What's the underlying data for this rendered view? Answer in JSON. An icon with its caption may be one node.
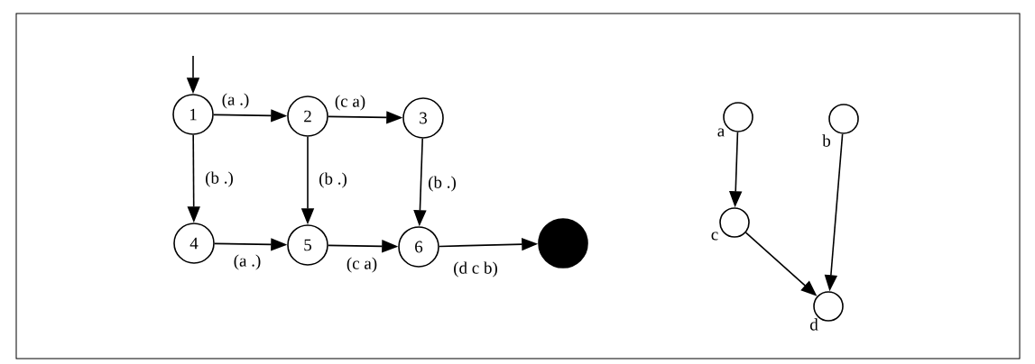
{
  "diagram": {
    "nodes": [
      {
        "text": [
          "1"
        ]
      },
      {
        "text": [
          "2"
        ]
      },
      {
        "text": [
          "3"
        ]
      },
      {
        "text": [
          "4"
        ]
      },
      {
        "text": [
          "5"
        ]
      },
      {
        "text": [
          "6"
        ]
      },
      {
        "text": [],
        "shape": "circle"
      },
      {
        "text": [],
        "shape": "circle",
        "beside": [
          "a"
        ]
      },
      {
        "text": [],
        "shape": "circle",
        "beside": [
          "b"
        ]
      },
      {
        "text": [],
        "shape": "circle",
        "beside": [
          "c"
        ]
      },
      {
        "text": [],
        "shape": "circle",
        "beside": [
          "d"
        ]
      }
    ],
    "edges": [
      {
        "from": null,
        "to": 0,
        "arrow": "to"
      },
      {
        "from": 0,
        "to": 1,
        "arrow": "to",
        "label": "(a  .)"
      },
      {
        "from": 1,
        "to": 2,
        "arrow": "to",
        "label": "(c  a)"
      },
      {
        "from": 0,
        "to": 3,
        "arrow": "to",
        "label": "(b  .)"
      },
      {
        "from": 1,
        "to": 4,
        "arrow": "to",
        "label": "(b  .)"
      },
      {
        "from": 2,
        "to": 5,
        "arrow": "to",
        "label": "(b  .)"
      },
      {
        "from": 3,
        "to": 4,
        "arrow": "to",
        "label": "(a  .)"
      },
      {
        "from": 4,
        "to": 5,
        "arrow": "to",
        "label": "(c  a)"
      },
      {
        "from": 5,
        "to": 6,
        "arrow": "to",
        "label": "(d  c  b)"
      },
      {
        "from": 7,
        "to": 9,
        "arrow": "to"
      },
      {
        "from": 8,
        "to": 10,
        "arrow": "to"
      },
      {
        "from": 9,
        "to": 10,
        "arrow": "to"
      }
    ]
  }
}
